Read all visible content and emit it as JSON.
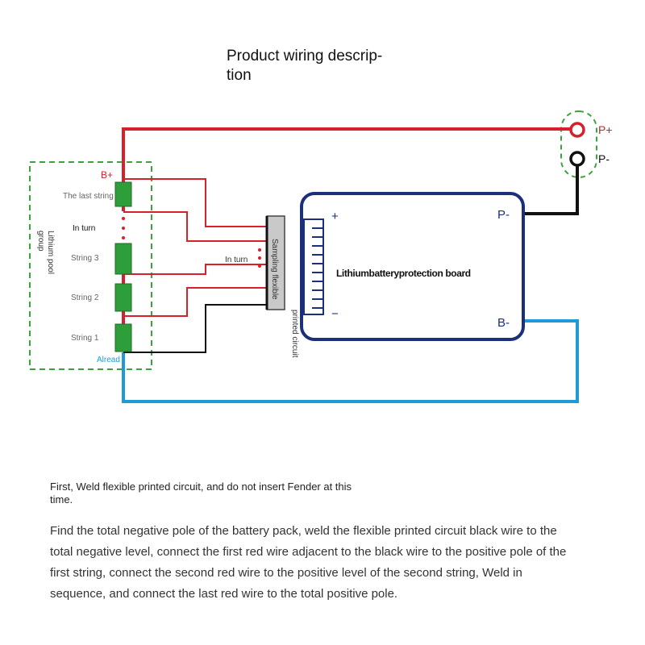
{
  "title": "Product wiring descrip-tion",
  "title_line1": "Product wiring descrip-",
  "title_line2": "tion",
  "labels": {
    "b_plus": "B+",
    "the_last_string": "The last string",
    "in_turn_left": "In turn",
    "string_3": "String 3",
    "string_2": "String 2",
    "string_1": "String 1",
    "already": "Alread",
    "pool_group_line1": "Lithium pool",
    "pool_group_line2": "group",
    "in_turn_right": "In turn",
    "fpc_line1": "Sampling flexible",
    "fpc_line2": "printed circuit",
    "board_plus": "+",
    "board_minus": "−",
    "board_name": "Lithiumbatteryprotection board",
    "board_p_minus": "P-",
    "board_b_minus": "B-",
    "p_plus": "P+",
    "p_minus": "P-"
  },
  "note": "First, Weld flexible printed circuit, and do not insert Fender at this time.",
  "instructions": "Find the total negative pole of the battery pack, weld the flexible printed circuit black wire to the total negative level, connect the first red wire adjacent to the black wire to the positive pole of the first string, connect the second red wire to the positive level of the second string, Weld in sequence, and connect the last red wire to the total positive pole.",
  "colors": {
    "red_wire": "#d6202b",
    "black_wire": "#111111",
    "blue_wire": "#1f9ad6",
    "cell_green": "#2e9e3a",
    "dashed_green": "#3aa53a",
    "board_navy": "#1c2f7a",
    "connector_gray": "#c9c9c9"
  }
}
